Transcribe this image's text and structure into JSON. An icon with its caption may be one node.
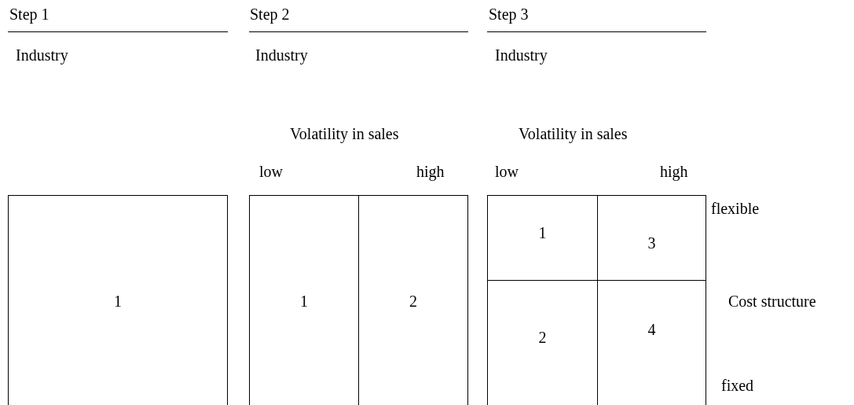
{
  "diagram": {
    "nodes": [
      {
        "text": [
          "1"
        ]
      },
      {
        "text": [
          "1"
        ]
      },
      {
        "text": [
          "2"
        ]
      },
      {
        "text": [
          "1"
        ]
      },
      {
        "text": [
          "3"
        ]
      },
      {
        "text": [
          "2"
        ]
      },
      {
        "text": [
          "4"
        ]
      }
    ],
    "labels": [
      "Step 1",
      "Step 2",
      "Step 3",
      "Industry",
      "Industry",
      "Industry",
      "Volatility in sales",
      "Volatility in sales",
      "low",
      "high",
      "low",
      "high",
      "flexible",
      "Cost structure",
      "fixed"
    ]
  }
}
